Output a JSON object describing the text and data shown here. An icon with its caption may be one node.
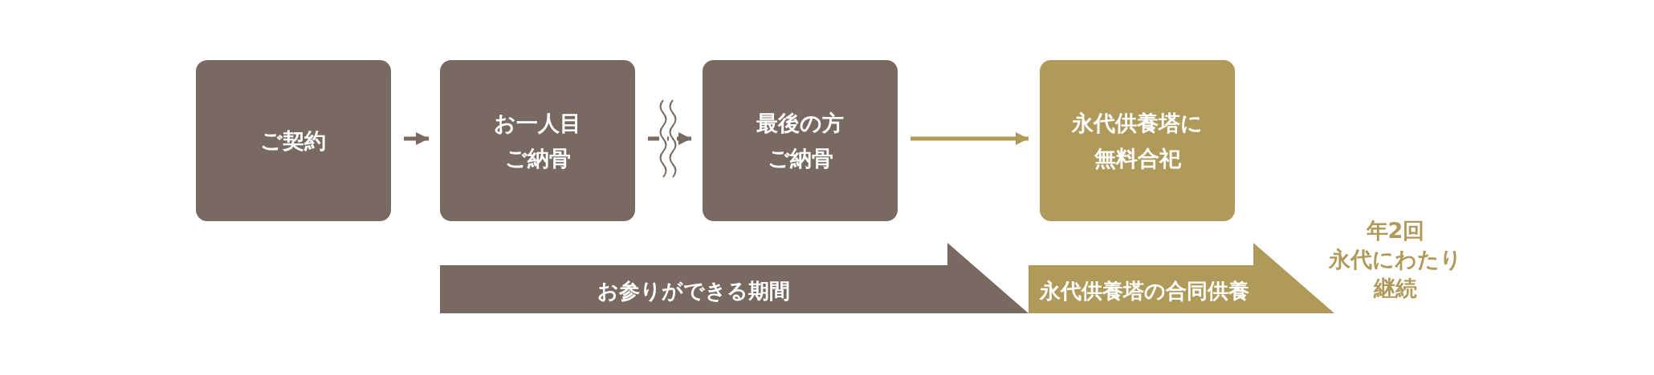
{
  "diagram": {
    "nodes": [
      {
        "text": [
          "ご契約"
        ]
      },
      {
        "text": [
          "お一人目ご納骨"
        ]
      },
      {
        "text": [
          "最後の方ご納骨"
        ]
      },
      {
        "text": [
          "永代供養塔に無料合祀"
        ]
      },
      {
        "text": [
          "お参りができる期間"
        ]
      },
      {
        "text": [
          "永代供養塔の合同供養"
        ]
      }
    ],
    "edges": [
      {
        "from": 0,
        "to": 1,
        "arrow": "to"
      },
      {
        "from": 1,
        "to": 2,
        "arrow": "to"
      },
      {
        "from": 2,
        "to": 3,
        "arrow": "to",
        "color": "#b09a5a"
      }
    ],
    "labels": [
      "年2回",
      "永代にわたり",
      "継続"
    ]
  }
}
